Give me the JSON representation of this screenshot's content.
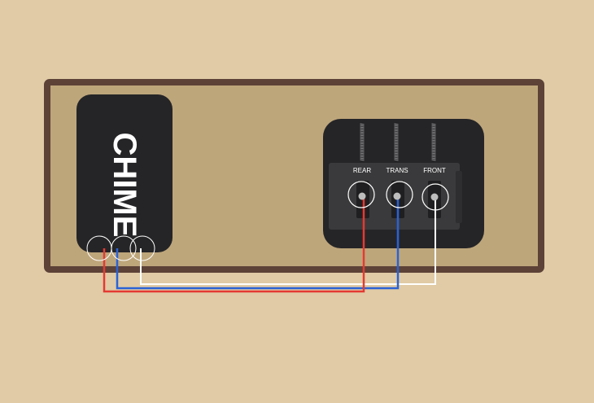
{
  "chime_label": "CHIME",
  "terminals": [
    {
      "key": "rear",
      "label": "REAR"
    },
    {
      "key": "trans",
      "label": "TRANS"
    },
    {
      "key": "front",
      "label": "FRONT"
    }
  ],
  "wires": [
    {
      "key": "rear",
      "color": "#e43a32"
    },
    {
      "key": "trans",
      "color": "#2b62d6"
    },
    {
      "key": "front",
      "color": "#ffffff"
    }
  ],
  "colors": {
    "background": "#e0cba6",
    "board_frame": "#5c4237",
    "board_fill": "#bea67b",
    "device_body": "#252527",
    "terminal_strip": "#3a3a3c",
    "chime_text": "#ffffff"
  }
}
